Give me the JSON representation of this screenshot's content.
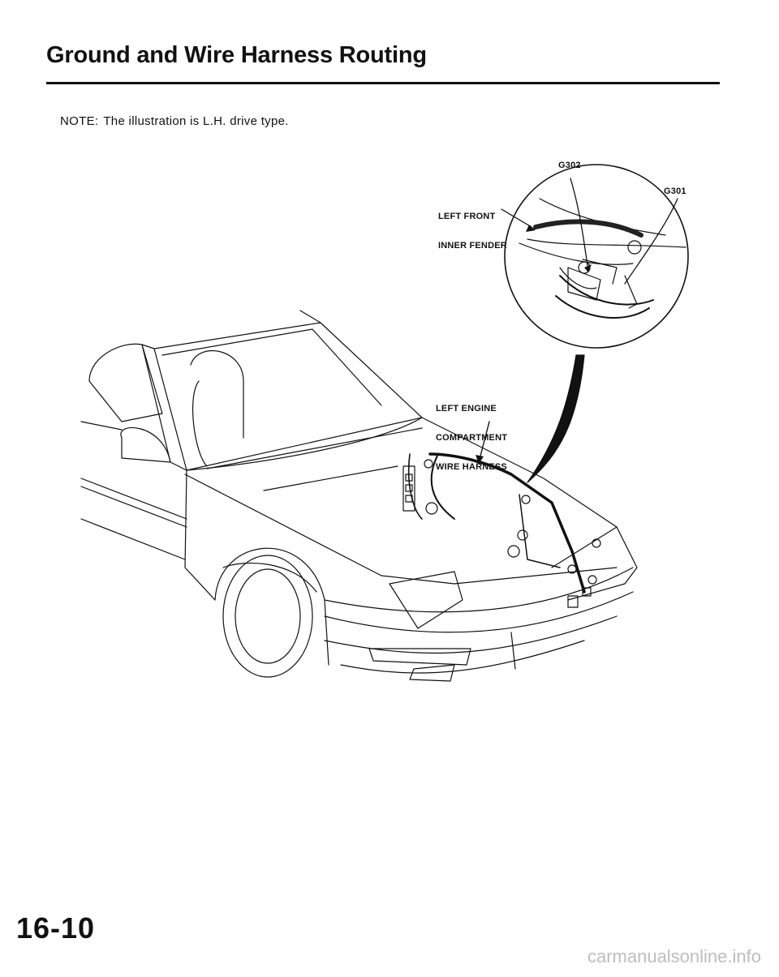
{
  "header": {
    "title": "Ground and Wire Harness Routing"
  },
  "note": {
    "label": "NOTE:",
    "text": "The illustration is L.H. drive type."
  },
  "labels": {
    "g302": "G302",
    "g301": "G301",
    "left_front_inner_fender": [
      "LEFT FRONT",
      "INNER FENDER"
    ],
    "left_engine_wire_harness": [
      "LEFT ENGINE",
      "COMPARTMENT",
      "WIRE HARNESS"
    ]
  },
  "footer": {
    "page_number": "16-10",
    "watermark": "carmanualsonline.info"
  }
}
